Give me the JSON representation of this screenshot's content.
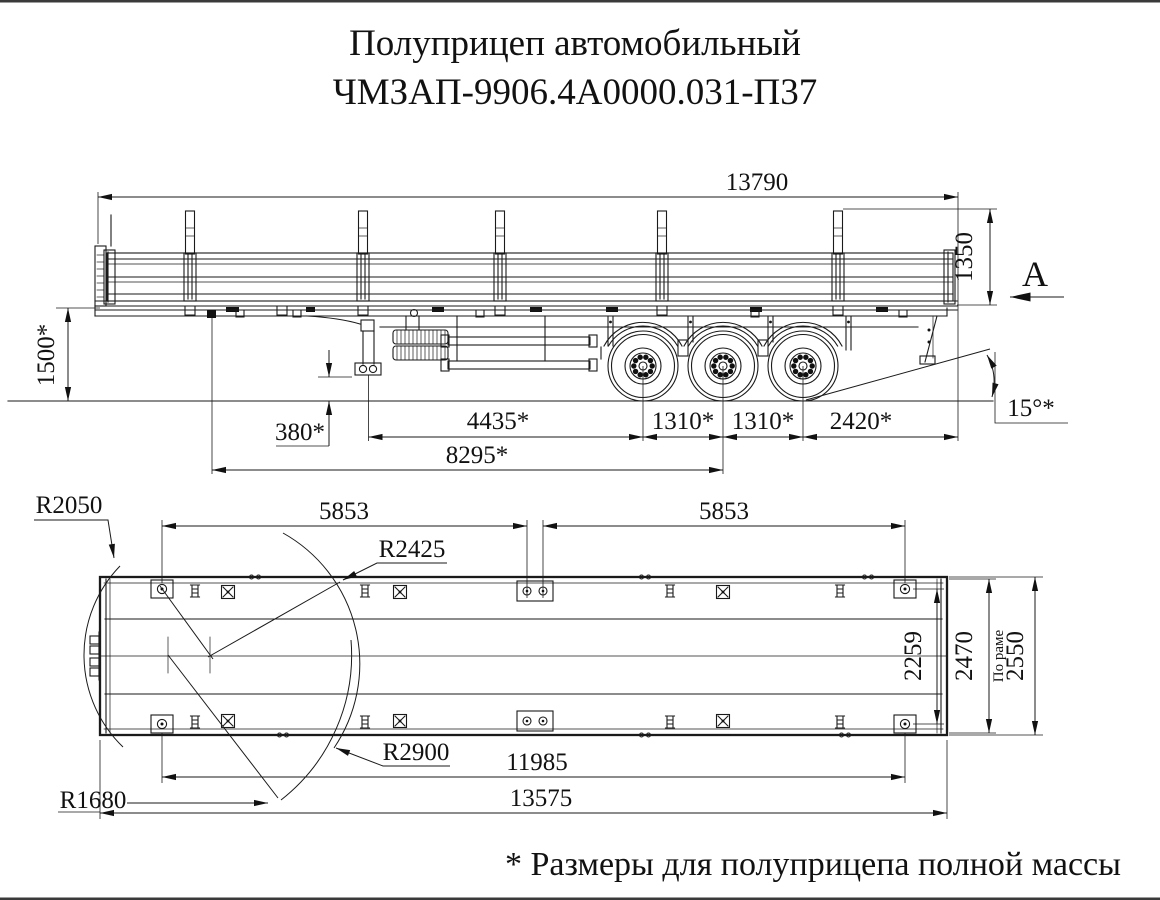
{
  "title": {
    "line1": "Полуприцеп автомобильный",
    "line2": "ЧМЗАП-9906.4А0000.031-П37"
  },
  "side_view": {
    "view_arrow_label": "А",
    "dims": {
      "overall_length": "13790",
      "side_height": "1350",
      "deck_height": "1500*",
      "ground_clearance": "380*",
      "support_to_axle1": "4435*",
      "axle_gap1": "1310*",
      "axle_gap2": "1310*",
      "rear_overhang": "2420*",
      "kingpin_to_bogie": "8295*",
      "departure_angle": "15°*"
    }
  },
  "plan_view": {
    "dims": {
      "front_section": "5853",
      "rear_section": "5853",
      "twistlock_width": "2259",
      "body_width": "2470",
      "frame_width_note": "По раме",
      "frame_width": "2550",
      "twistlock_length": "11985",
      "body_length": "13575"
    },
    "radii": {
      "front_corner": "R2050",
      "front_swing": "R2425",
      "rear_swing": "R2900",
      "rear_corner": "R1680"
    }
  },
  "footnote": "* Размеры для полуприцепа полной массы"
}
